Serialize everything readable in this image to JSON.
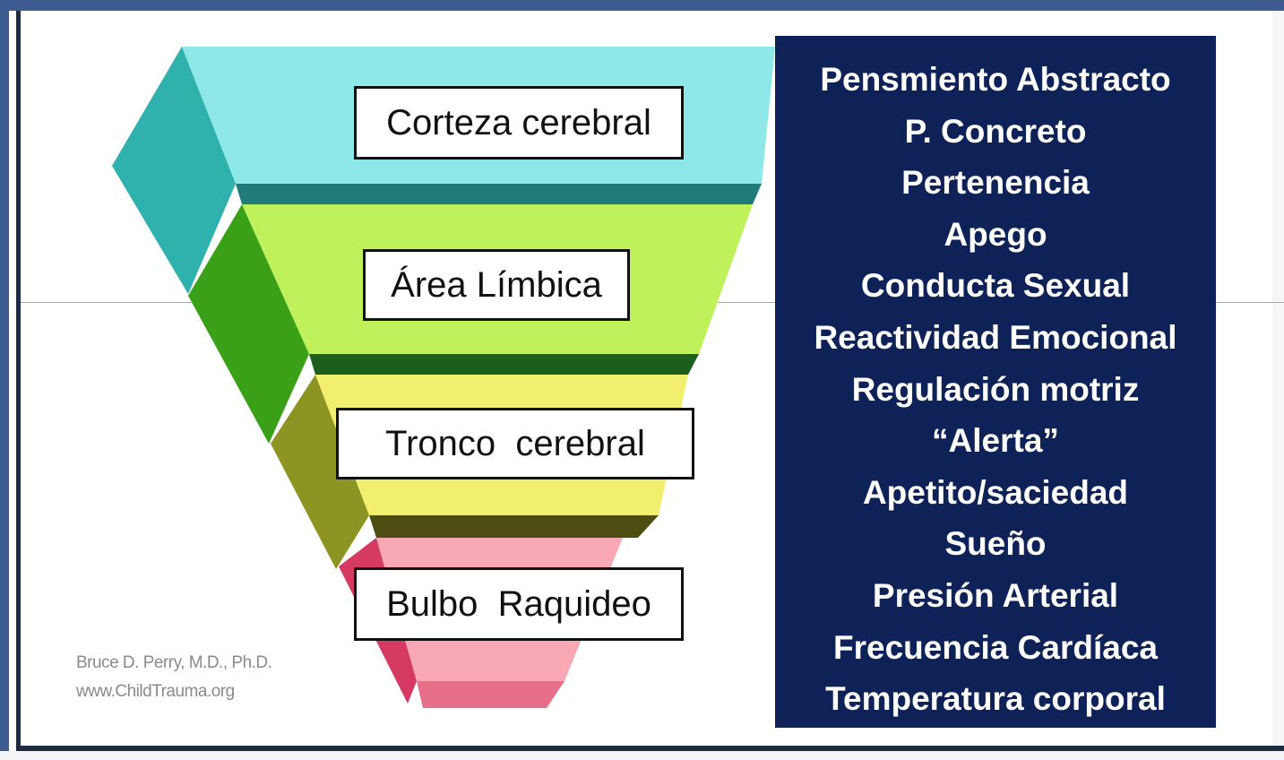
{
  "diagram": {
    "layers": [
      {
        "label": "Corteza cerebral",
        "color": "#8fe8e8"
      },
      {
        "label": "Área Límbica",
        "color": "#bff25a"
      },
      {
        "label": "Tronco  cerebral",
        "color": "#f2ef6e"
      },
      {
        "label": "Bulbo  Raquideo",
        "color": "#f7a8b4"
      }
    ],
    "credit": {
      "line1": "Bruce D. Perry, M.D., Ph.D.",
      "line2": "www.ChildTrauma.org"
    }
  },
  "functions": [
    "Pensmiento Abstracto",
    "P. Concreto",
    "Pertenencia",
    "Apego",
    "Conducta Sexual",
    "Reactividad Emocional",
    "Regulación motriz",
    "“Alerta”",
    "Apetito/saciedad",
    "Sueño",
    "Presión Arterial",
    "Frecuencia Cardíaca",
    "Temperatura corporal"
  ],
  "colors": {
    "frame": "#3e5b91",
    "panel": "#0e2258",
    "panel_text": "#ffffff"
  }
}
